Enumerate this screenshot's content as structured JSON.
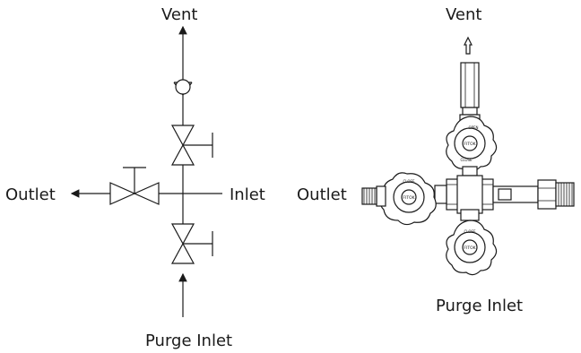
{
  "schematic": {
    "vent": "Vent",
    "outlet": "Outlet",
    "inlet": "Inlet",
    "purge_inlet": "Purge Inlet"
  },
  "assembly": {
    "vent": "Vent",
    "outlet": "Outlet",
    "purge_inlet": "Purge Inlet",
    "knob_text": {
      "open": "OPEN",
      "close": "CLOSE",
      "brand": "FITOK"
    }
  },
  "colors": {
    "line": "#1a1a1a",
    "text": "#1a1a1a",
    "background": "#ffffff"
  }
}
